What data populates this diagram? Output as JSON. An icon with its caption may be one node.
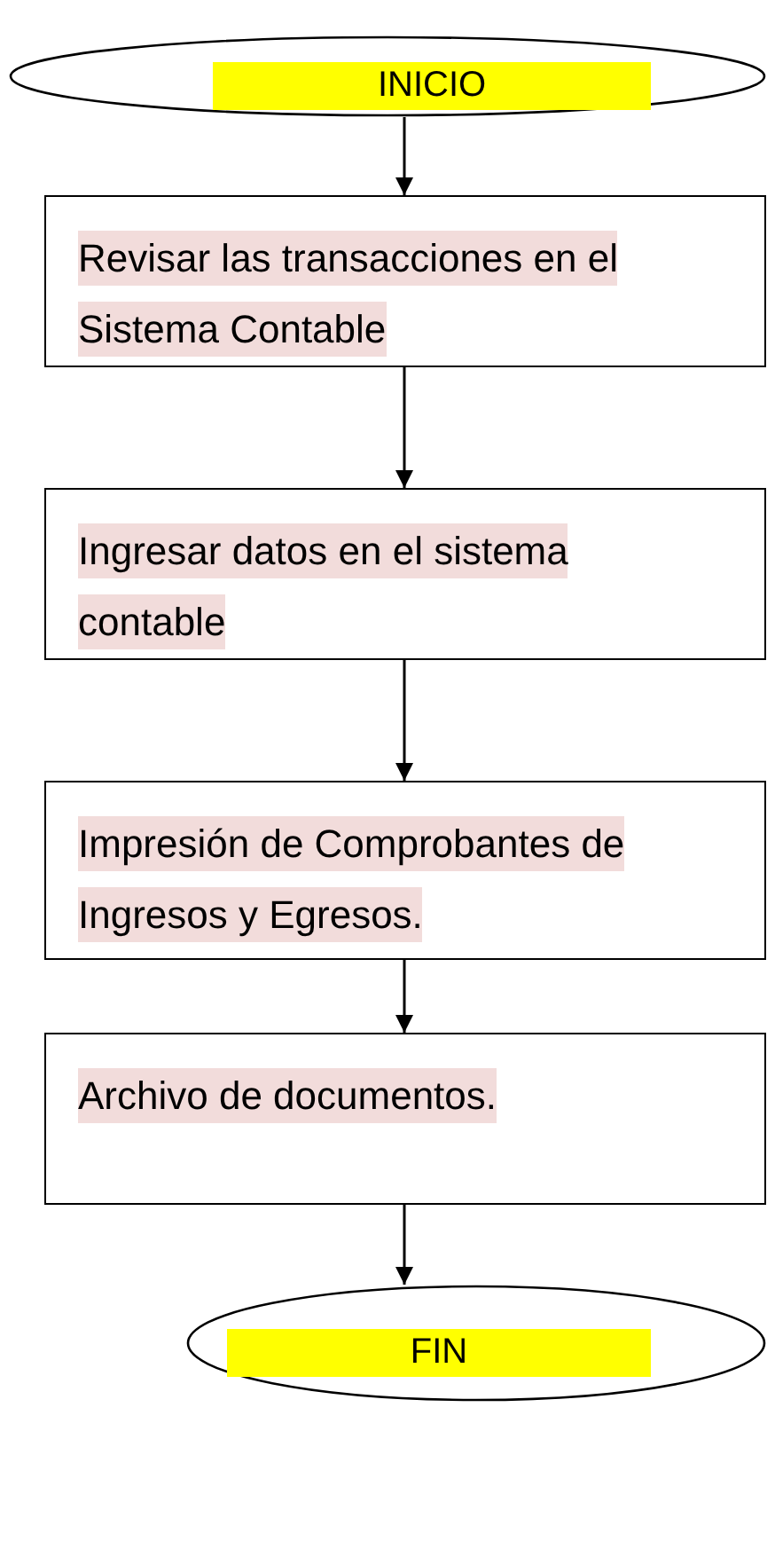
{
  "diagram": {
    "nodes": [
      {
        "text": [
          "INICIO"
        ]
      },
      {
        "text": [
          "Revisar las transacciones en el Sistema Contable"
        ]
      },
      {
        "text": [
          "Ingresar datos en el sistema contable"
        ]
      },
      {
        "text": [
          "Impresión de Comprobantes de Ingresos y Egresos."
        ]
      },
      {
        "text": [
          "Archivo de documentos."
        ]
      },
      {
        "text": [
          "FIN"
        ]
      }
    ],
    "edges": [
      {
        "from": 0,
        "to": 1,
        "arrow": "to"
      },
      {
        "from": 1,
        "to": 2,
        "arrow": "to"
      },
      {
        "from": 2,
        "to": 3,
        "arrow": "to"
      },
      {
        "from": 3,
        "to": 4,
        "arrow": "to"
      },
      {
        "from": 4,
        "to": 5,
        "arrow": "to"
      }
    ]
  }
}
